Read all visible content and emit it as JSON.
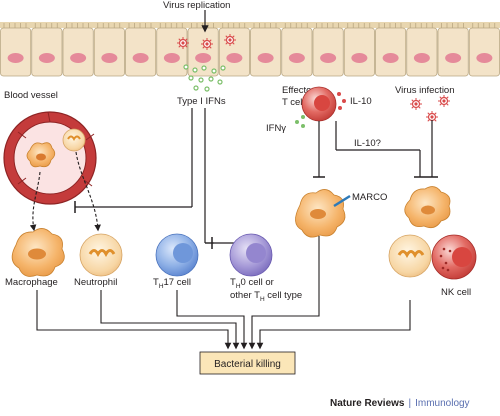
{
  "diagram": {
    "labels": {
      "virus_replication": "Virus replication",
      "blood_vessel": "Blood vessel",
      "type_i_ifns": "Type I IFNs",
      "effector_t_cell": [
        "Effector",
        "T cell"
      ],
      "il10": "IL-10",
      "ifn_gamma": "IFNγ",
      "il10_question": "IL-10?",
      "virus_infection": "Virus infection",
      "marco": "MARCO",
      "macrophage": "Macrophage",
      "neutrophil": "Neutrophil",
      "th17_cell": {
        "main": "T",
        "sub": "H",
        "rest": "17 cell"
      },
      "th0_cell": {
        "line1_main": "T",
        "line1_sub": "H",
        "line1_rest": "0 cell or",
        "line2_pre": "other T",
        "line2_sub": "H",
        "line2_rest": " cell type"
      },
      "nk_cell": "NK cell",
      "bacterial_killing": "Bacterial killing"
    },
    "footer": {
      "brand": "Nature Reviews",
      "separator": "|",
      "journal": "Immunology"
    },
    "colors": {
      "epithelium_fill": "#f3e3c8",
      "epithelium_stroke": "#b9a782",
      "nucleus": "#e58a9a",
      "virus": "#d94a4a",
      "ifn_dot": "#7cbf6a",
      "vessel_red": "#c43b3b",
      "macrophage_fill": "#f2a24a",
      "th17_fill": "#6a92d6",
      "th0_fill": "#8a7cc4",
      "nk_fill": "#d84a4a",
      "box_fill": "#fbe6b8"
    }
  }
}
